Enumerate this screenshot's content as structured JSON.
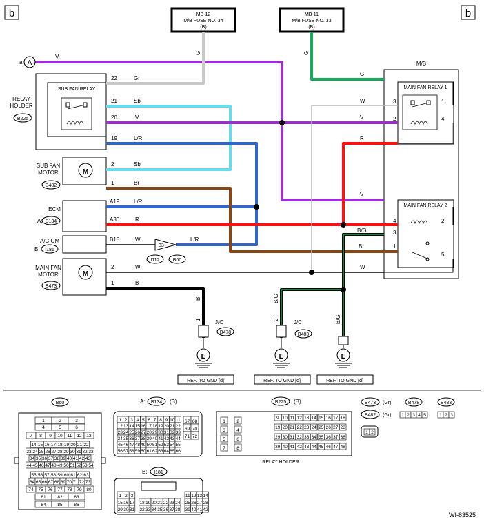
{
  "corner_left": "b",
  "corner_right": "b",
  "fuse_left": {
    "line1": "MB-12",
    "line2": "M/B FUSE NO. 34",
    "line3": "(B)"
  },
  "fuse_right": {
    "line1": "MB-11",
    "line2": "M/B FUSE NO. 33",
    "line3": "(B)"
  },
  "connector_a": {
    "prefix": "a",
    "letter": "A"
  },
  "relay_holder": {
    "line1": "RELAY",
    "line2": "HOLDER",
    "id": "B225",
    "relay": "SUB FAN RELAY"
  },
  "sub_fan_motor": {
    "line1": "SUB FAN",
    "line2": "MOTOR",
    "id": "B482",
    "symbol": "M"
  },
  "ecm": {
    "label": "ECM",
    "prefix": "A:",
    "id": "B134"
  },
  "ac_cm": {
    "label": "A/C CM",
    "prefix": "B:",
    "id": "I181"
  },
  "main_fan_motor": {
    "line1": "MAIN FAN",
    "line2": "MOTOR",
    "id": "B473",
    "symbol": "M"
  },
  "mb": {
    "label": "M/B",
    "relay1": "MAIN FAN RELAY 1",
    "relay2": "MAIN FAN RELAY 2"
  },
  "wires": {
    "w22": {
      "pin": "22",
      "color": "Gr"
    },
    "w21": {
      "pin": "21",
      "color": "Sb"
    },
    "w20": {
      "pin": "20",
      "color": "V"
    },
    "w19": {
      "pin": "19",
      "color": "L/R"
    },
    "w2s": {
      "pin": "2",
      "color": "Sb"
    },
    "w1br": {
      "pin": "1",
      "color": "Br"
    },
    "wa19": {
      "pin": "A19",
      "color": "L/R"
    },
    "wa30": {
      "pin": "A30",
      "color": "R"
    },
    "wb15": {
      "pin": "B15",
      "color": "W"
    },
    "wlr2": "L/R",
    "w2w": {
      "pin": "2",
      "color": "W"
    },
    "w1b": {
      "pin": "1",
      "color": "B"
    },
    "top_v": "V",
    "fuse_g_left": "G",
    "fuse_g_right": "G",
    "right_g": "G",
    "right_w": "W",
    "right_v": "V",
    "right_r": "R",
    "right_v2": "V",
    "right_bg": "B/G",
    "right_br": "Br",
    "right_w2": "W"
  },
  "relay1_pins": {
    "p3": "3",
    "p1": "1",
    "p2": "2",
    "p4": "4"
  },
  "relay2_pins": {
    "p4": "4",
    "p2": "2",
    "p3": "3",
    "p1": "1",
    "p5": "5"
  },
  "splice": {
    "num": "33",
    "id1": "I112",
    "id2": "B60"
  },
  "grounds": {
    "g1": {
      "wire": "B",
      "pin": "1",
      "jc": "J/C",
      "id": "B478"
    },
    "g2": {
      "wire": "B/G",
      "pin": "2",
      "jc": "J/C",
      "id": "B483"
    },
    "g3": {
      "wire": "B/G"
    },
    "e": "E",
    "ref": "REF. TO GND [d]"
  },
  "lower": {
    "b60": "B60",
    "b60_rows": [
      [
        "1",
        "2",
        "3"
      ],
      [
        "4",
        "5",
        "6"
      ],
      [
        "7",
        "8",
        "9",
        "10",
        "11",
        "12",
        "13"
      ],
      [
        "14",
        "15",
        "16",
        "17",
        "18",
        "19",
        "20",
        "21",
        "22"
      ],
      [
        "23",
        "24",
        "25",
        "26",
        "27",
        "28",
        "29",
        "30",
        "31",
        "32",
        "33"
      ],
      [
        "34",
        "35",
        "36",
        "37",
        "38",
        "39",
        "40",
        "41",
        "42",
        "43"
      ],
      [
        "44",
        "45",
        "46",
        "47",
        "48",
        "49",
        "50",
        "51",
        "52",
        "53",
        "54"
      ],
      [
        "55",
        "56",
        "57",
        "58",
        "59",
        "60",
        "61",
        "62",
        "63"
      ],
      [
        "64",
        "65",
        "66",
        "67",
        "68",
        "69",
        "70",
        "71",
        "72",
        "73"
      ],
      [
        "74",
        "75",
        "76",
        "77",
        "78",
        "79",
        "80"
      ],
      [
        "81",
        "82",
        "83"
      ],
      [
        "84",
        "85",
        "86"
      ]
    ],
    "b134_prefix": "A:",
    "b134": "B134",
    "b134_suffix": "(B)",
    "i181_prefix": "B:",
    "i181": "I181",
    "b225": "B225",
    "b225_suffix": "(B)",
    "relay_holder": "RELAY HOLDER",
    "b473": "B473",
    "b473_color": "(Gr)",
    "b482": "B482",
    "b482_color": "(Gr)",
    "b478": "B478",
    "b483": "B483",
    "b478_pins": [
      "1",
      "2",
      "3",
      "4",
      "5"
    ],
    "b483_pins": [
      "1",
      "2",
      "3"
    ],
    "b473_pins": [
      "1",
      "2"
    ],
    "code": "WI-83525"
  }
}
